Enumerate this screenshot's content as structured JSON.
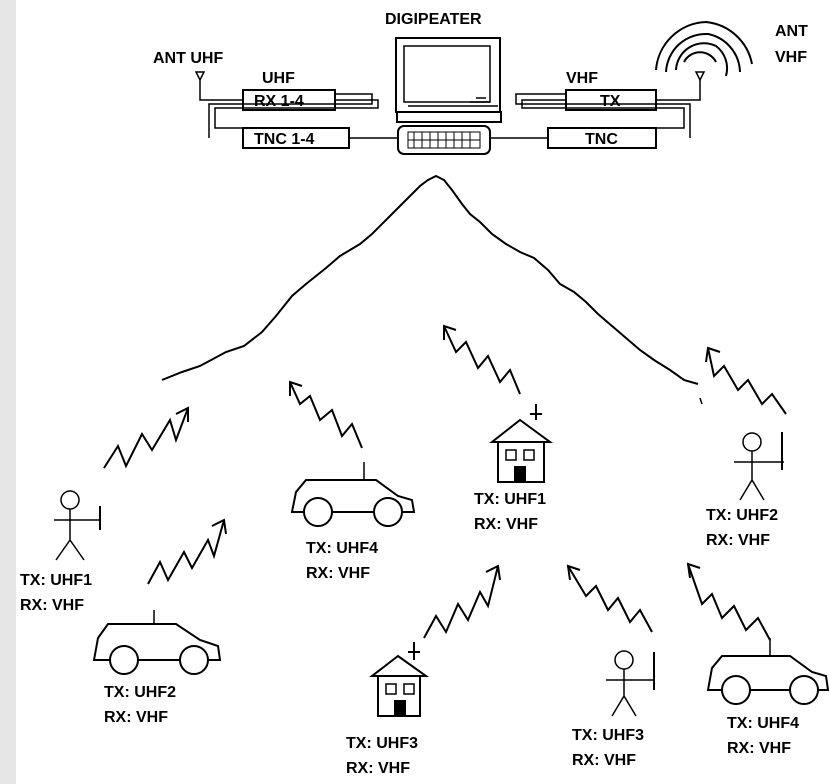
{
  "title": "DIGIPEATER",
  "antennas": {
    "uhf": "ANT UHF",
    "vhf_line1": "ANT",
    "vhf_line2": "VHF"
  },
  "bands": {
    "uhf": "UHF",
    "vhf": "VHF"
  },
  "boxes": {
    "rx": "RX 1-4",
    "tnc_uhf": "TNC 1-4",
    "tx": "TX",
    "tnc_vhf": "TNC"
  },
  "stations": [
    {
      "type": "person",
      "tx": "TX: UHF1",
      "rx": "RX: VHF"
    },
    {
      "type": "car",
      "tx": "TX: UHF2",
      "rx": "RX: VHF"
    },
    {
      "type": "car",
      "tx": "TX: UHF4",
      "rx": "RX: VHF"
    },
    {
      "type": "house",
      "tx": "TX: UHF1",
      "rx": "RX: VHF"
    },
    {
      "type": "person",
      "tx": "TX: UHF2",
      "rx": "RX: VHF"
    },
    {
      "type": "house",
      "tx": "TX: UHF3",
      "rx": "RX: VHF"
    },
    {
      "type": "person",
      "tx": "TX: UHF3",
      "rx": "RX: VHF"
    },
    {
      "type": "car",
      "tx": "TX: UHF4",
      "rx": "RX: VHF"
    }
  ],
  "icons": [
    "antenna-icon",
    "monitor-icon",
    "keyboard-icon",
    "radio-wave-icon",
    "mountain-icon",
    "person-icon",
    "car-icon",
    "house-icon",
    "zigzag-arrow-icon"
  ]
}
